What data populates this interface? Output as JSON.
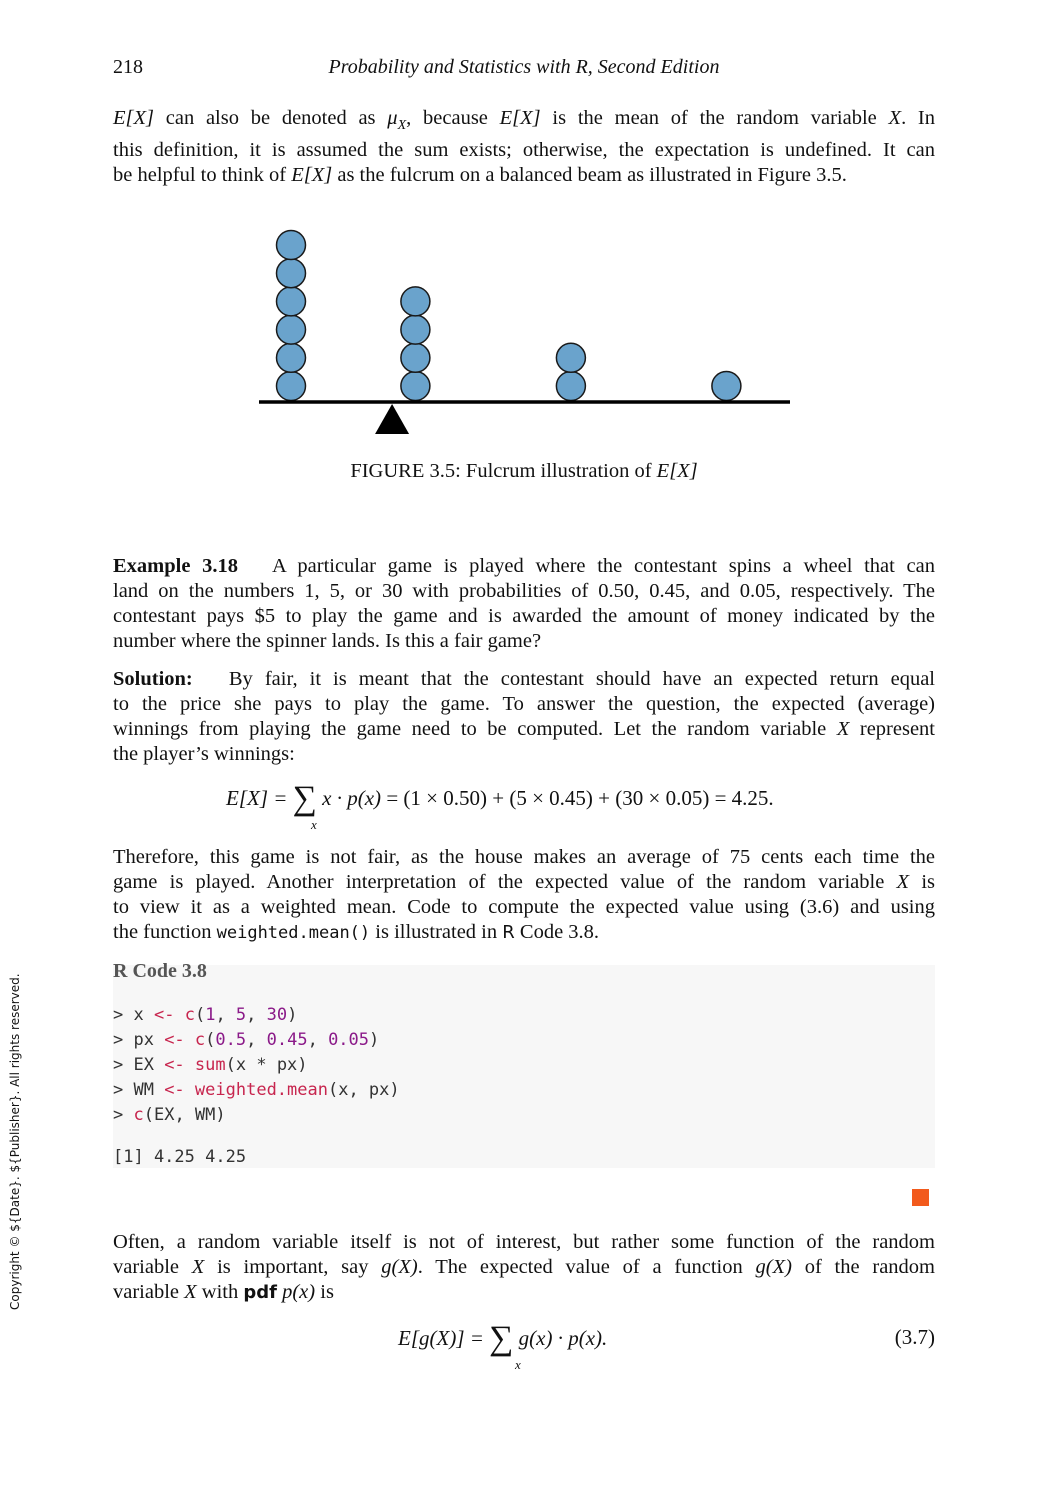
{
  "header": {
    "page_number": "218",
    "running_title": "Probability and Statistics with R, Second Edition"
  },
  "intro": {
    "line1": [
      "E[X]",
      " can also be denoted as ",
      "μ",
      "X",
      ", because ",
      "E[X]",
      " is the mean of the random variable ",
      "X",
      ". In"
    ],
    "line2": "this definition, it is assumed the sum exists; otherwise, the expectation is undefined. It can",
    "line3_pre": "be helpful to think of ",
    "line3_var": "E[X]",
    "line3_post": " as the fulcrum on a balanced beam as illustrated in Figure 3.5."
  },
  "figure": {
    "caption_prefix": "FIGURE 3.5: Fulcrum illustration of ",
    "caption_var": "E[X]",
    "stacks": [
      {
        "value": 1,
        "count": 6
      },
      {
        "value": 5,
        "count": 4
      },
      {
        "value": 10,
        "count": 2
      },
      {
        "value": 15,
        "count": 1
      }
    ],
    "ball_color": "#6aa3cc",
    "fulcrum_value": 4.25
  },
  "example": {
    "label": "Example 3.18",
    "line1": "A particular game is played where the contestant spins a wheel that can",
    "line2": "land on the numbers 1, 5, or 30 with probabilities of 0.50, 0.45, and 0.05, respectively. The",
    "line3": "contestant pays $5 to play the game and is awarded the amount of money indicated by the",
    "line4": "number where the spinner lands. Is this a fair game?"
  },
  "solution": {
    "label": "Solution:",
    "line1": "By fair, it is meant that the contestant should have an expected return equal",
    "line2": "to the price she pays to play the game. To answer the question, the expected (average)",
    "line3_pre": "winnings from playing the game need to be computed. Let the random variable ",
    "line3_var": "X",
    "line3_post": " represent",
    "line4": "the player’s winnings:"
  },
  "equation1": {
    "lhs": "E[X] =",
    "sub": "x",
    "rhs_a": "x · p(x)",
    "rhs_b": " = (1 × 0.50) + (5 × 0.45) + (30 × 0.05) = 4.25."
  },
  "conclusion": {
    "line1": "Therefore, this game is not fair, as the house makes an average of 75 cents each time the",
    "line2_pre": "game is played. Another interpretation of the expected value of the random variable ",
    "line2_var": "X",
    "line2_post": " is",
    "line3": "to view it as a weighted mean. Code to compute the expected value using (3.6) and using",
    "line4_pre": "the function ",
    "line4_code": "weighted.mean()",
    "line4_mid": " is illustrated in ",
    "line4_r": "R",
    "line4_post": " Code 3.8."
  },
  "code": {
    "title": "R Code 3.8",
    "output": "[1] 4.25 4.25"
  },
  "closing": {
    "line1": "Often, a random variable itself is not of interest, but rather some function of the random",
    "line2_pre": "variable ",
    "line2_var": "X",
    "line2_mid": " is important, say ",
    "line2_g": "g(X)",
    "line2_mid2": ". The expected value of a function ",
    "line2_g2": "g(X)",
    "line2_post": " of the random",
    "line3_pre": "variable ",
    "line3_var": "X",
    "line3_mid": " with ",
    "line3_pdf": "pdf",
    "line3_px": "p(x)",
    "line3_post": " is"
  },
  "equation2": {
    "lhs": "E[g(X)] =",
    "sub": "x",
    "rhs": "g(x) · p(x).",
    "number": "(3.7)"
  },
  "side_note": "Copyright © ${Date}. ${Publisher}. All rights reserved."
}
